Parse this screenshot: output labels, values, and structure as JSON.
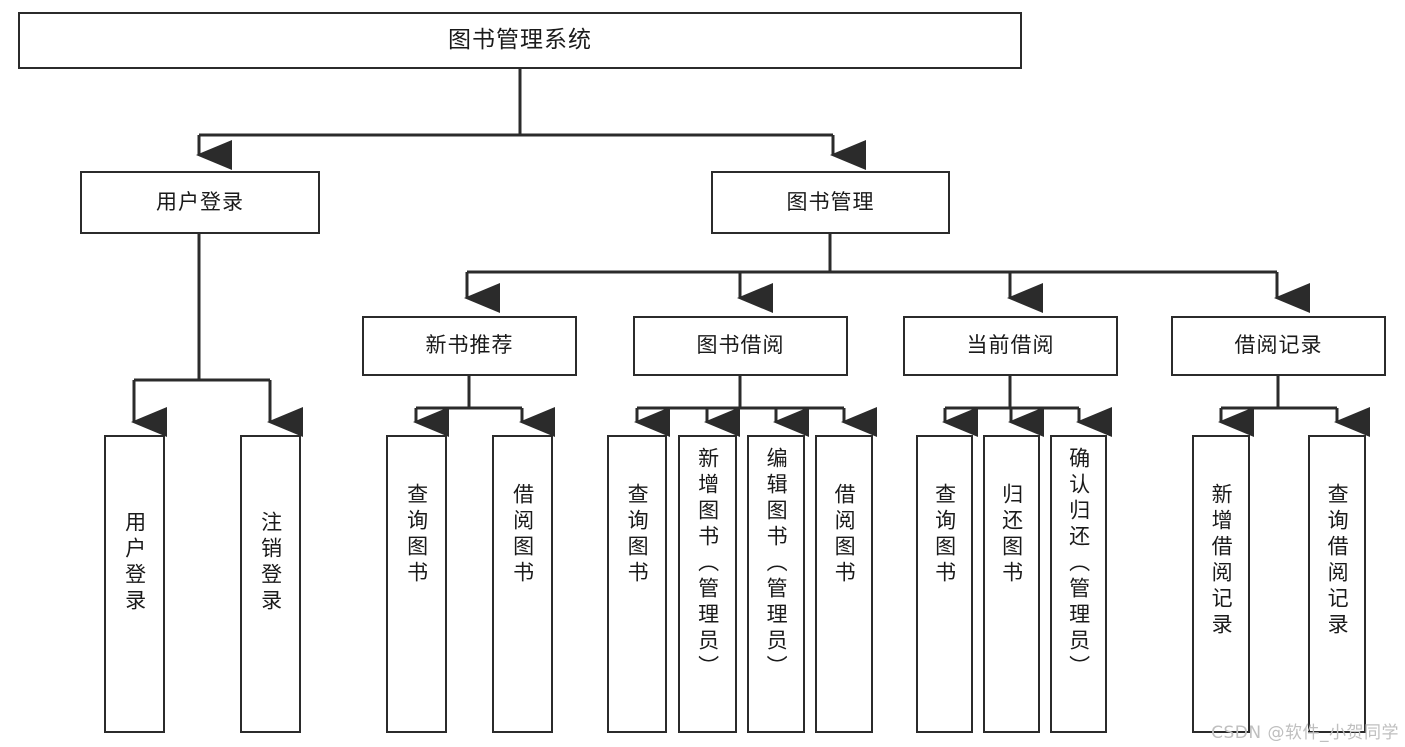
{
  "diagram": {
    "title": "图书管理系统",
    "watermark": "CSDN @软件_小贺同学",
    "type": "tree",
    "levels": {
      "root": "图书管理系统",
      "level2": [
        "用户登录",
        "图书管理"
      ],
      "level3": [
        "新书推荐",
        "图书借阅",
        "当前借阅",
        "借阅记录"
      ]
    },
    "nodes": {
      "root": {
        "label": "图书管理系统"
      },
      "user_login": {
        "label": "用户登录"
      },
      "book_manage": {
        "label": "图书管理"
      },
      "new_book_rec": {
        "label": "新书推荐"
      },
      "book_borrow": {
        "label": "图书借阅"
      },
      "current_borrow": {
        "label": "当前借阅"
      },
      "borrow_record": {
        "label": "借阅记录"
      },
      "leaf_user_login": {
        "label": "用户登录"
      },
      "leaf_logout": {
        "label": "注销登录"
      },
      "leaf_query_book_1": {
        "label": "查询图书"
      },
      "leaf_borrow_book_1": {
        "label": "借阅图书"
      },
      "leaf_query_book_2": {
        "label": "查询图书"
      },
      "leaf_add_book": {
        "label": "新增图书（管理员）"
      },
      "leaf_edit_book": {
        "label": "编辑图书（管理员）"
      },
      "leaf_borrow_book_2": {
        "label": "借阅图书"
      },
      "leaf_query_book_3": {
        "label": "查询图书"
      },
      "leaf_return_book": {
        "label": "归还图书"
      },
      "leaf_confirm_return": {
        "label": "确认归还（管理员）"
      },
      "leaf_add_record": {
        "label": "新增借阅记录"
      },
      "leaf_query_record": {
        "label": "查询借阅记录"
      }
    },
    "colors": {
      "border": "#2b2b2b",
      "background": "#ffffff",
      "text": "#1a1a1a",
      "watermark": "#bfbfbf"
    }
  }
}
